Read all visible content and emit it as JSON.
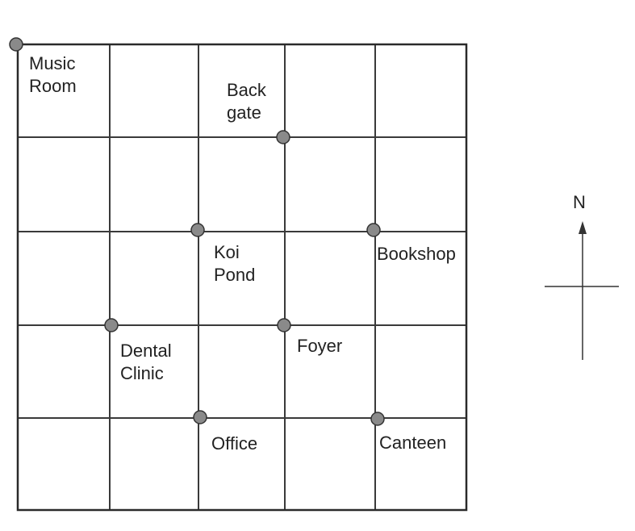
{
  "map": {
    "grid": {
      "columns": 5,
      "rows": 5
    },
    "landmarks": [
      {
        "id": "music-room",
        "lines": [
          "Music",
          "Room"
        ]
      },
      {
        "id": "back-gate",
        "lines": [
          "Back",
          "gate"
        ]
      },
      {
        "id": "koi-pond",
        "lines": [
          "Koi",
          "Pond"
        ]
      },
      {
        "id": "bookshop",
        "lines": [
          "Bookshop"
        ]
      },
      {
        "id": "dental-clinic",
        "lines": [
          "Dental",
          "Clinic"
        ]
      },
      {
        "id": "foyer",
        "lines": [
          "Foyer"
        ]
      },
      {
        "id": "office",
        "lines": [
          "Office"
        ]
      },
      {
        "id": "canteen",
        "lines": [
          "Canteen"
        ]
      }
    ]
  },
  "compass": {
    "north_label": "N"
  },
  "colors": {
    "dot": "#8a8a8a",
    "line": "#3a3a3a"
  }
}
